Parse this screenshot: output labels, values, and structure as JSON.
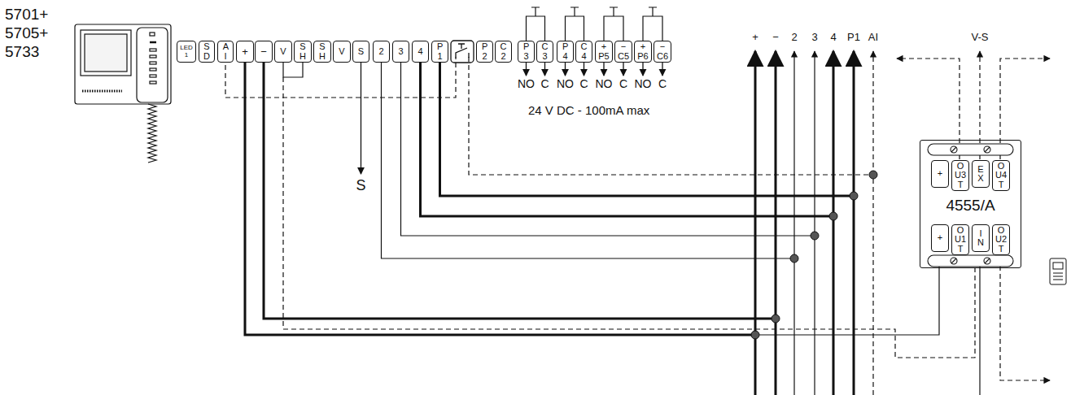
{
  "diagram": {
    "nodes": [
      {
        "text": [
          "LED 1"
        ]
      },
      {
        "text": [
          "S D"
        ]
      },
      {
        "text": [
          "A I"
        ]
      },
      {
        "text": [
          "+"
        ]
      },
      {
        "text": [
          "−"
        ]
      },
      {
        "text": [
          "V"
        ]
      },
      {
        "text": [
          "S H"
        ]
      },
      {
        "text": [
          "S H"
        ]
      },
      {
        "text": [
          "V"
        ]
      },
      {
        "text": [
          "S"
        ]
      },
      {
        "text": [
          "2"
        ]
      },
      {
        "text": [
          "3"
        ]
      },
      {
        "text": [
          "4"
        ]
      },
      {
        "text": [
          "P 1"
        ]
      },
      {
        "text": [
          "P 2"
        ]
      },
      {
        "text": [
          "C 2"
        ]
      },
      {
        "text": [
          "P 3"
        ]
      },
      {
        "text": [
          "C 3"
        ]
      },
      {
        "text": [
          "P 4"
        ]
      },
      {
        "text": [
          "C 4"
        ]
      },
      {
        "text": [
          "+ P5"
        ]
      },
      {
        "text": [
          "− C5"
        ]
      },
      {
        "text": [
          "+ P6"
        ]
      },
      {
        "text": [
          "− C6"
        ]
      },
      {
        "text": [
          "4555/A"
        ]
      },
      {
        "text": [
          "+"
        ],
        "in": 24
      },
      {
        "text": [
          "O U3 T"
        ],
        "in": 24
      },
      {
        "text": [
          "E X"
        ],
        "in": 24
      },
      {
        "text": [
          "O U4 T"
        ],
        "in": 24
      },
      {
        "text": [
          "+"
        ],
        "in": 24
      },
      {
        "text": [
          "O U1 T"
        ],
        "in": 24
      },
      {
        "text": [
          "I N"
        ],
        "in": 24
      },
      {
        "text": [
          "O U2 T"
        ],
        "in": 24
      }
    ],
    "edges": [
      {
        "from": 5,
        "to": 6,
        "arrow": "none"
      },
      {
        "from": 16,
        "to": 17,
        "arrow": "none"
      },
      {
        "from": 18,
        "to": 19,
        "arrow": "none"
      },
      {
        "from": 20,
        "to": 21,
        "arrow": "none"
      },
      {
        "from": 22,
        "to": 23,
        "arrow": "none"
      }
    ],
    "labels": [
      "5701+",
      "5705+",
      "5733",
      "S",
      "NO",
      "C",
      "NO",
      "C",
      "NO",
      "C",
      "NO",
      "C",
      "24 V DC - 100mA max",
      "+",
      "−",
      "2",
      "3",
      "4",
      "P1",
      "AI",
      "V-S"
    ]
  }
}
